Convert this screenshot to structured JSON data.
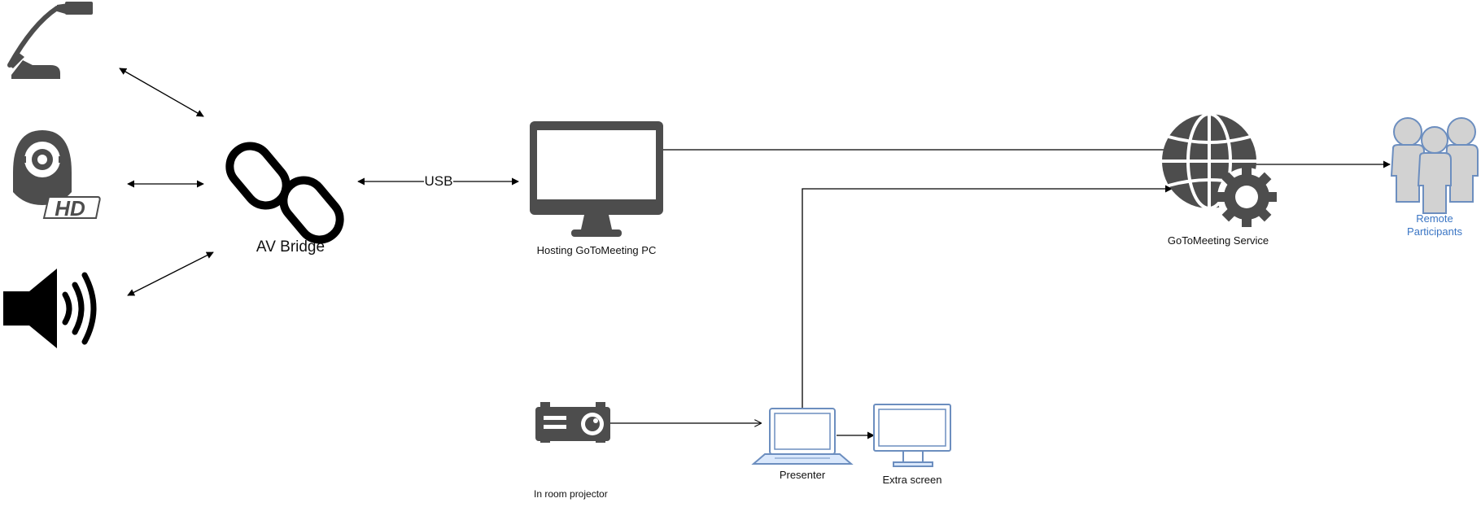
{
  "colors": {
    "icon_dark": "#4d4d4d",
    "icon_black": "#000000",
    "line": "#000000",
    "outline_blue": "#6c8ebf",
    "outline_fill": "#dae8fc",
    "people_fill": "#d2d2d2",
    "people_stroke": "#6c8ebf",
    "participants_text": "#3a75c4"
  },
  "nodes": {
    "microphone": {
      "icon": "microphone-icon"
    },
    "webcam": {
      "icon": "hd-webcam-icon"
    },
    "speaker": {
      "icon": "speaker-icon"
    },
    "av_bridge": {
      "icon": "chain-link-icon",
      "label": "AV Bridge"
    },
    "host_pc": {
      "icon": "monitor-icon",
      "label": "Hosting GoToMeeting PC"
    },
    "service": {
      "icon": "globe-gear-icon",
      "label": "GoToMeeting Service"
    },
    "participants": {
      "icon": "people-group-icon",
      "label_line1": "Remote",
      "label_line2": "Participants"
    },
    "projector": {
      "icon": "projector-icon",
      "label": "In room projector"
    },
    "presenter": {
      "icon": "laptop-icon",
      "label": "Presenter"
    },
    "extra_screen": {
      "icon": "monitor-outline-icon",
      "label": "Extra screen"
    }
  },
  "edges": {
    "usb_label": "USB"
  }
}
